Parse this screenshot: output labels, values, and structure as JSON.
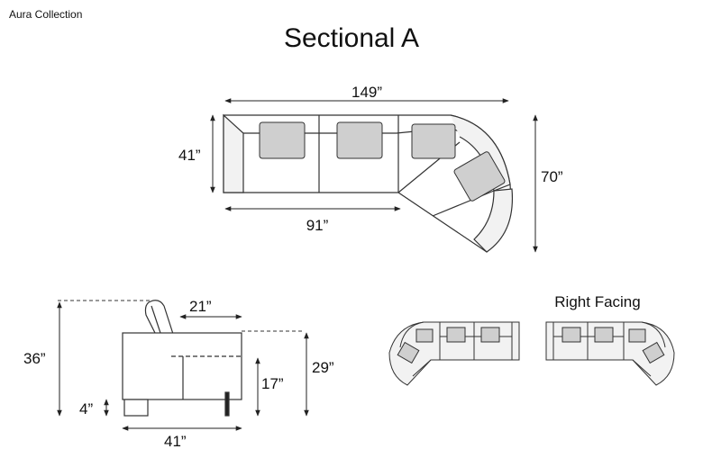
{
  "header": {
    "collection": "Aura Collection",
    "title": "Sectional A"
  },
  "top_view": {
    "overall_width": "149”",
    "depth": "41”",
    "overall_depth": "70”",
    "section_width": "91”"
  },
  "side_view": {
    "total_height": "36”",
    "seat_depth": "21”",
    "arm_height": "29”",
    "seat_height": "17”",
    "leg_height": "4”",
    "depth": "41”"
  },
  "variants": {
    "right_facing_label": "Right Facing"
  },
  "colors": {
    "line": "#333333",
    "fill": "#ffffff",
    "cushion": "#cfcfcf",
    "arm": "#f2f2f2"
  }
}
